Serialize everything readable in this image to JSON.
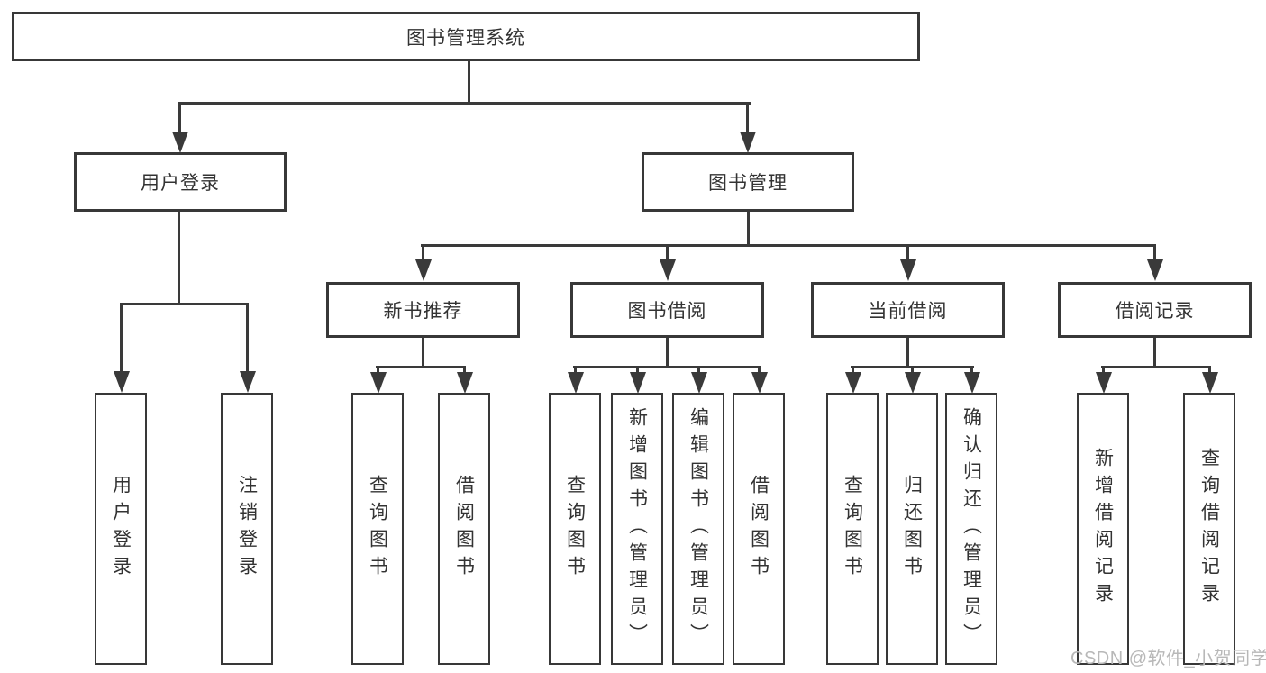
{
  "diagram_type": "hierarchy",
  "colors": {
    "line": "#3a3a3a",
    "border": "#383838",
    "text": "#333333",
    "watermark_text": "#b8b8b8",
    "background": "#ffffff"
  },
  "tree": {
    "label": "图书管理系统",
    "children": [
      {
        "label": "用户登录",
        "children": [
          {
            "label": "用户登录"
          },
          {
            "label": "注销登录"
          }
        ]
      },
      {
        "label": "图书管理",
        "children": [
          {
            "label": "新书推荐",
            "children": [
              {
                "label": "查询图书"
              },
              {
                "label": "借阅图书"
              }
            ]
          },
          {
            "label": "图书借阅",
            "children": [
              {
                "label": "查询图书"
              },
              {
                "label": "新增图书（管理员）"
              },
              {
                "label": "编辑图书（管理员）"
              },
              {
                "label": "借阅图书"
              }
            ]
          },
          {
            "label": "当前借阅",
            "children": [
              {
                "label": "查询图书"
              },
              {
                "label": "归还图书"
              },
              {
                "label": "确认归还（管理员）"
              }
            ]
          },
          {
            "label": "借阅记录",
            "children": [
              {
                "label": "新增借阅记录"
              },
              {
                "label": "查询借阅记录"
              }
            ]
          }
        ]
      }
    ]
  },
  "watermark": {
    "text": "CSDN @软件_小贺同学"
  }
}
